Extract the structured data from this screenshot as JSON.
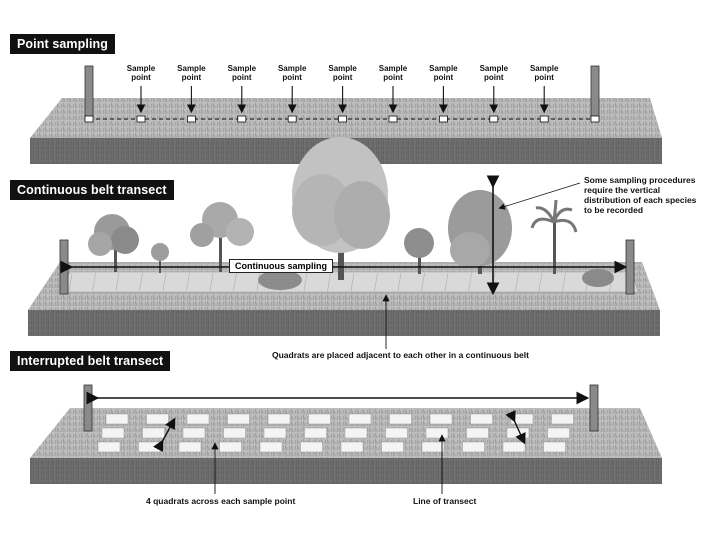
{
  "sections": {
    "point": {
      "title": "Point sampling",
      "sample_label": "Sample point",
      "sample_count": 9
    },
    "continuous": {
      "title": "Continuous belt transect",
      "band_label": "Continuous sampling",
      "vertical_note": "Some sampling procedures require the vertical distribution of each species to be recorded",
      "bottom_note": "Quadrats are placed adjacent to each other in a continuous belt"
    },
    "interrupted": {
      "title": "Interrupted belt transect",
      "left_note": "4 quadrats across each sample point",
      "right_note": "Line of transect"
    }
  },
  "colors": {
    "grass_top": "#b9b9b9",
    "grass_side": "#6e6e6e",
    "pole": "#8a8a8a",
    "header_bg": "#111111"
  }
}
